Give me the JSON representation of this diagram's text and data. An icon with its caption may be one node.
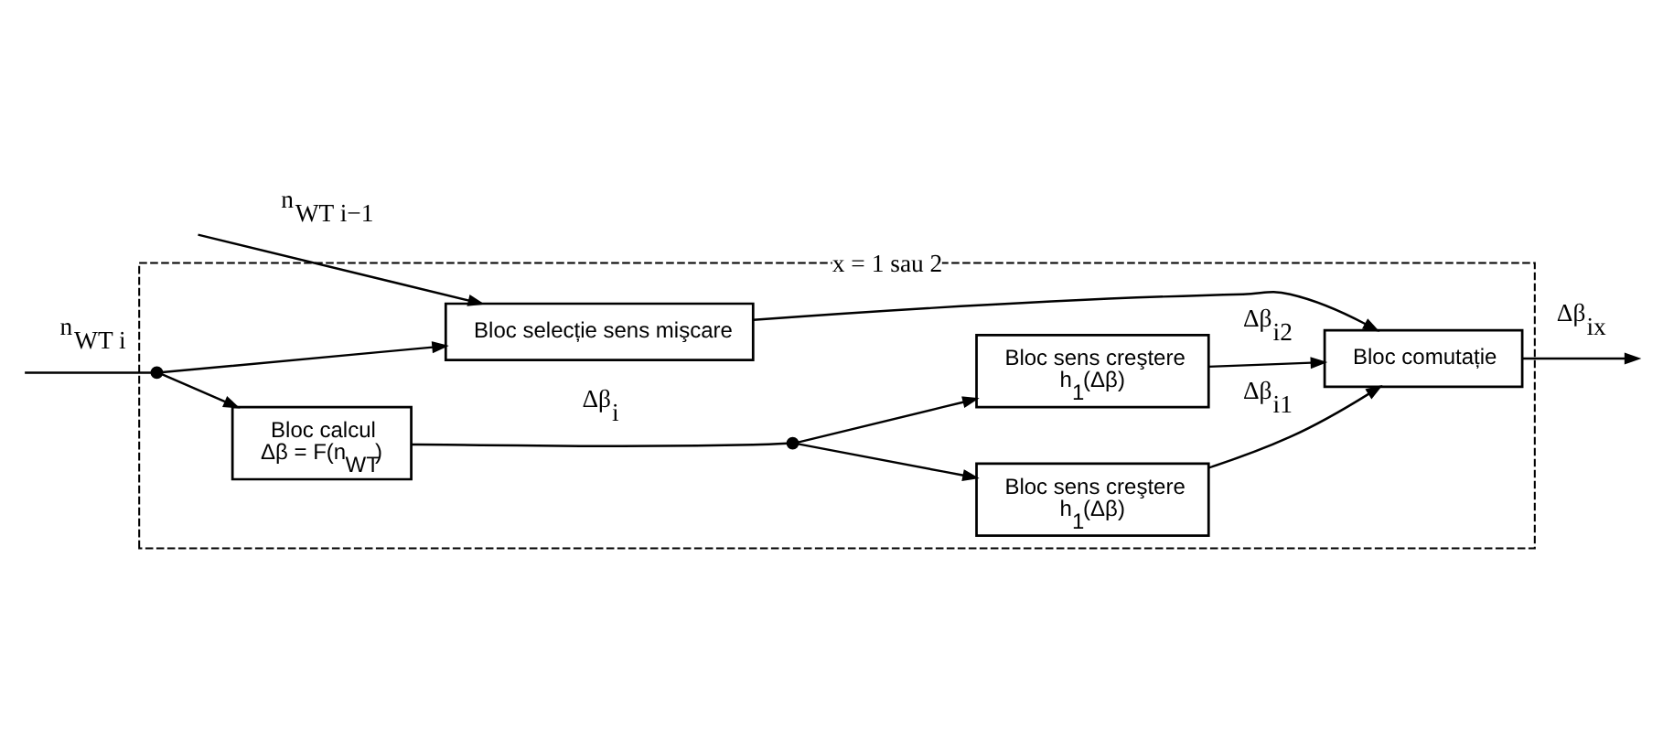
{
  "diagram": {
    "nodes": [
      {
        "text": [],
        "shape": "box"
      },
      {
        "text": [],
        "shape": "circle",
        "in": 0
      },
      {
        "text": [
          "Bloc calcul",
          "Δβ = F(n$_{WT}$)"
        ],
        "in": 0
      },
      {
        "text": [],
        "shape": "circle",
        "in": 0
      },
      {
        "text": [
          "Bloc sens creştere",
          "h$_{1}$(Δβ)"
        ],
        "in": 0
      },
      {
        "text": [
          "Bloc sens creştere",
          "h$_{1}$(Δβ)"
        ],
        "in": 0
      },
      {
        "text": [
          "Bloc comutație"
        ],
        "in": 0
      },
      {
        "text": [
          "Bloc selecție sens mişcare"
        ],
        "in": 0
      }
    ],
    "edges": [
      {
        "from": null,
        "to": 1,
        "arrow": "none",
        "label": "n$_{WT i}$"
      },
      {
        "from": 1,
        "to": 2,
        "arrow": "to"
      },
      {
        "from": 2,
        "to": 3,
        "arrow": "none",
        "label": "Δβ$_{i}$"
      },
      {
        "from": 3,
        "to": 4,
        "arrow": "to"
      },
      {
        "from": 3,
        "to": 5,
        "arrow": "to"
      },
      {
        "from": 4,
        "to": 6,
        "arrow": "to",
        "label": "Δβ$_{i1}$"
      },
      {
        "from": 5,
        "to": 6,
        "arrow": "to",
        "label": "Δβ$_{i2}$"
      },
      {
        "from": 1,
        "to": 7,
        "arrow": "to"
      },
      {
        "from": null,
        "to": 7,
        "arrow": "to",
        "label": "n$_{WT i−1}$"
      },
      {
        "from": 7,
        "to": 6,
        "arrow": "to",
        "label": "x = 1 sau 2"
      },
      {
        "from": 6,
        "to": null,
        "arrow": "to",
        "label": "Δβ$_{ix}$"
      }
    ]
  }
}
